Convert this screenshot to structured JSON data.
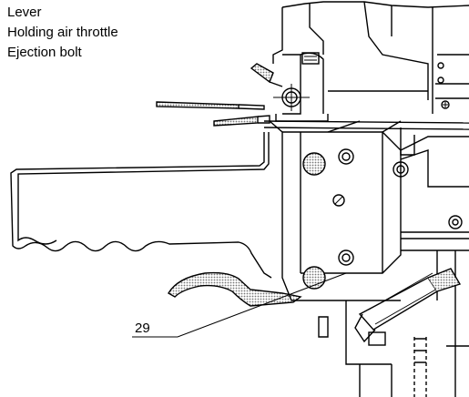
{
  "legend": {
    "items": [
      "Lever",
      "Holding air throttle",
      "Ejection bolt"
    ]
  },
  "callouts": {
    "part_29": "29"
  },
  "colors": {
    "line": "#000000",
    "hatch": "#7a7a7a",
    "paper": "#ffffff"
  }
}
